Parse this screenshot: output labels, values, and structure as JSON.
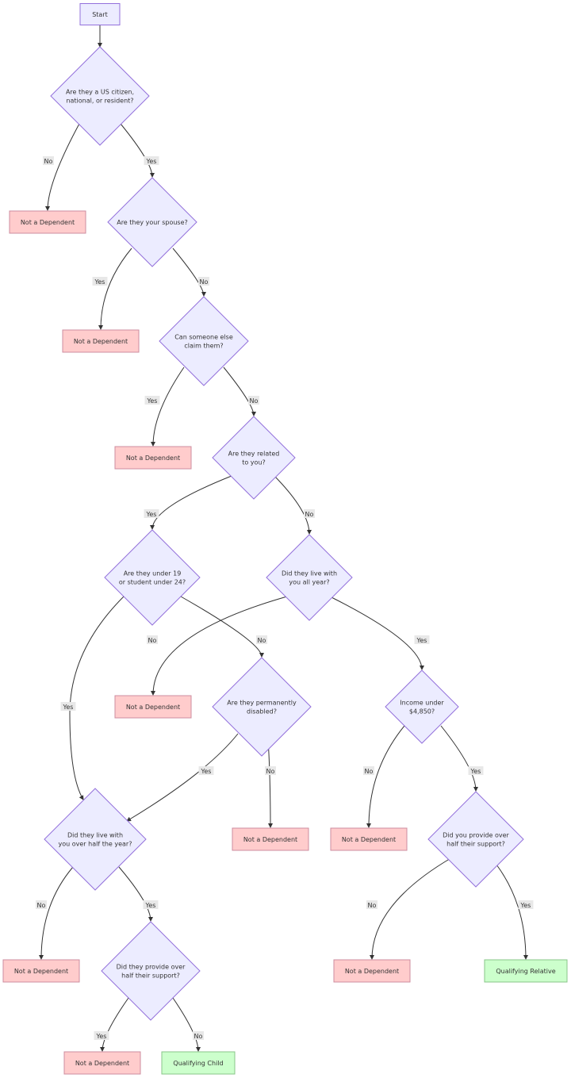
{
  "colors": {
    "decision_fill": "#ececff",
    "decision_stroke": "#9370db",
    "negative_fill": "#ffcccc",
    "negative_stroke": "#cc8c9f",
    "positive_fill": "#ccffcc",
    "positive_stroke": "#88c488",
    "edge": "#333333"
  },
  "nodes": {
    "start": {
      "lines": [
        "Start"
      ]
    },
    "q_citizen": {
      "lines": [
        "Are they a US citizen,",
        "national, or resident?"
      ]
    },
    "nd_1": {
      "lines": [
        "Not a Dependent"
      ]
    },
    "q_spouse": {
      "lines": [
        "Are they your spouse?"
      ]
    },
    "nd_2": {
      "lines": [
        "Not a Dependent"
      ]
    },
    "q_claim": {
      "lines": [
        "Can someone else",
        "claim them?"
      ]
    },
    "nd_3": {
      "lines": [
        "Not a Dependent"
      ]
    },
    "q_related": {
      "lines": [
        "Are they related",
        "to you?"
      ]
    },
    "q_age": {
      "lines": [
        "Are they under 19",
        "or student under 24?"
      ]
    },
    "q_liveyear": {
      "lines": [
        "Did they live with",
        "you all year?"
      ]
    },
    "nd_4": {
      "lines": [
        "Not a Dependent"
      ]
    },
    "q_disabled": {
      "lines": [
        "Are they permanently",
        "disabled?"
      ]
    },
    "q_income": {
      "lines": [
        "Income under",
        "$4,850?"
      ]
    },
    "q_livehalf": {
      "lines": [
        "Did they live with",
        "you over half the year?"
      ]
    },
    "nd_5": {
      "lines": [
        "Not a Dependent"
      ]
    },
    "nd_6": {
      "lines": [
        "Not a Dependent"
      ]
    },
    "q_yoursupport": {
      "lines": [
        "Did you provide over",
        "half their support?"
      ]
    },
    "nd_7": {
      "lines": [
        "Not a Dependent"
      ]
    },
    "q_theirsupport": {
      "lines": [
        "Did they provide over",
        "half their support?"
      ]
    },
    "nd_8": {
      "lines": [
        "Not a Dependent"
      ]
    },
    "qr": {
      "lines": [
        "Qualifying Relative"
      ]
    },
    "nd_9": {
      "lines": [
        "Not a Dependent"
      ]
    },
    "qc": {
      "lines": [
        "Qualifying Child"
      ]
    }
  },
  "edges": [
    {
      "id": "e1",
      "from": "start",
      "to": "q_citizen",
      "label": ""
    },
    {
      "id": "e2",
      "from": "q_citizen",
      "to": "nd_1",
      "label": "No"
    },
    {
      "id": "e3",
      "from": "q_citizen",
      "to": "q_spouse",
      "label": "Yes"
    },
    {
      "id": "e4",
      "from": "q_spouse",
      "to": "nd_2",
      "label": "Yes"
    },
    {
      "id": "e5",
      "from": "q_spouse",
      "to": "q_claim",
      "label": "No"
    },
    {
      "id": "e6",
      "from": "q_claim",
      "to": "nd_3",
      "label": "Yes"
    },
    {
      "id": "e7",
      "from": "q_claim",
      "to": "q_related",
      "label": "No"
    },
    {
      "id": "e8",
      "from": "q_related",
      "to": "q_age",
      "label": "Yes"
    },
    {
      "id": "e9",
      "from": "q_related",
      "to": "q_liveyear",
      "label": "No"
    },
    {
      "id": "e10",
      "from": "q_liveyear",
      "to": "nd_4",
      "label": "No"
    },
    {
      "id": "e11",
      "from": "q_age",
      "to": "q_disabled",
      "label": "No"
    },
    {
      "id": "e12",
      "from": "q_liveyear",
      "to": "q_income",
      "label": "Yes"
    },
    {
      "id": "e13",
      "from": "q_age",
      "to": "q_livehalf",
      "label": "Yes"
    },
    {
      "id": "e14",
      "from": "q_disabled",
      "to": "q_livehalf",
      "label": "Yes"
    },
    {
      "id": "e15",
      "from": "q_disabled",
      "to": "nd_5",
      "label": "No"
    },
    {
      "id": "e16",
      "from": "q_income",
      "to": "nd_6",
      "label": "No"
    },
    {
      "id": "e17",
      "from": "q_income",
      "to": "q_yoursupport",
      "label": "Yes"
    },
    {
      "id": "e18",
      "from": "q_livehalf",
      "to": "nd_7",
      "label": "No"
    },
    {
      "id": "e19",
      "from": "q_livehalf",
      "to": "q_theirsupport",
      "label": "Yes"
    },
    {
      "id": "e20",
      "from": "q_yoursupport",
      "to": "nd_8",
      "label": "No"
    },
    {
      "id": "e21",
      "from": "q_yoursupport",
      "to": "qr",
      "label": "Yes"
    },
    {
      "id": "e22",
      "from": "q_theirsupport",
      "to": "nd_9",
      "label": "Yes"
    },
    {
      "id": "e23",
      "from": "q_theirsupport",
      "to": "qc",
      "label": "No"
    }
  ]
}
